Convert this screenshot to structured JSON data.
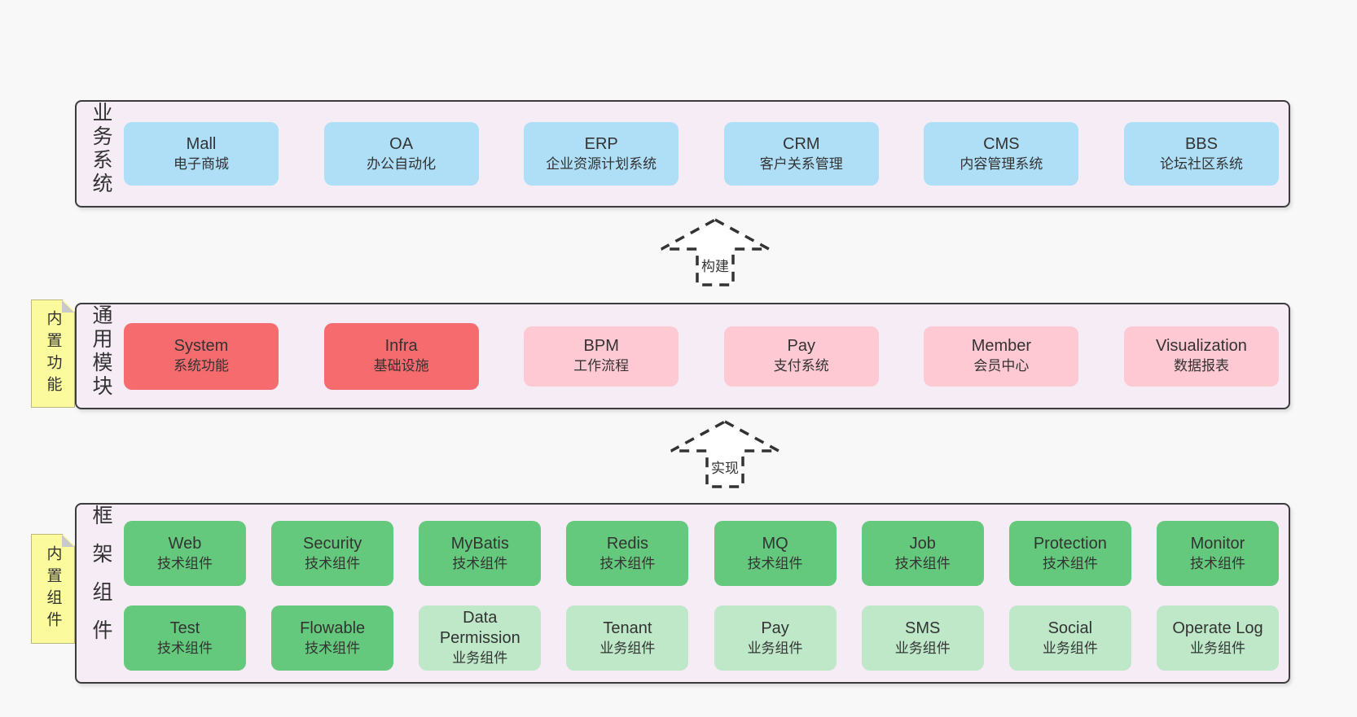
{
  "page": {
    "background": "#f8f8f8"
  },
  "colors": {
    "layer_background": "#f6ecf5",
    "layer_border": "#3c3c3c",
    "blue_box": "#aedff7",
    "red_box": "#f56b6e",
    "pink_box": "#fec9d3",
    "green_box": "#65c97d",
    "light_green_box": "#bee8c8",
    "sticky_note": "#fbfb9e",
    "text": "#333333"
  },
  "sticky_notes": [
    {
      "label": "内置功能"
    },
    {
      "label": "内置组件"
    }
  ],
  "arrows": [
    {
      "label": "构建"
    },
    {
      "label": "实现"
    }
  ],
  "layers": [
    {
      "side_label": "业务系统",
      "boxes": [
        {
          "title": "Mall",
          "subtitle": "电子商城"
        },
        {
          "title": "OA",
          "subtitle": "办公自动化"
        },
        {
          "title": "ERP",
          "subtitle": "企业资源计划系统"
        },
        {
          "title": "CRM",
          "subtitle": "客户关系管理"
        },
        {
          "title": "CMS",
          "subtitle": "内容管理系统"
        },
        {
          "title": "BBS",
          "subtitle": "论坛社区系统"
        }
      ]
    },
    {
      "side_label": "通用模块",
      "boxes": [
        {
          "title": "System",
          "subtitle": "系统功能",
          "emphasis": true
        },
        {
          "title": "Infra",
          "subtitle": "基础设施",
          "emphasis": true
        },
        {
          "title": "BPM",
          "subtitle": "工作流程"
        },
        {
          "title": "Pay",
          "subtitle": "支付系统"
        },
        {
          "title": "Member",
          "subtitle": "会员中心"
        },
        {
          "title": "Visualization",
          "subtitle": "数据报表"
        }
      ]
    },
    {
      "side_label": "框架组件",
      "rows": [
        [
          {
            "title": "Web",
            "subtitle": "技术组件"
          },
          {
            "title": "Security",
            "subtitle": "技术组件"
          },
          {
            "title": "MyBatis",
            "subtitle": "技术组件"
          },
          {
            "title": "Redis",
            "subtitle": "技术组件"
          },
          {
            "title": "MQ",
            "subtitle": "技术组件"
          },
          {
            "title": "Job",
            "subtitle": "技术组件"
          },
          {
            "title": "Protection",
            "subtitle": "技术组件"
          },
          {
            "title": "Monitor",
            "subtitle": "技术组件"
          }
        ],
        [
          {
            "title": "Test",
            "subtitle": "技术组件"
          },
          {
            "title": "Flowable",
            "subtitle": "技术组件"
          },
          {
            "title": "Data Permission",
            "subtitle": "业务组件"
          },
          {
            "title": "Tenant",
            "subtitle": "业务组件"
          },
          {
            "title": "Pay",
            "subtitle": "业务组件"
          },
          {
            "title": "SMS",
            "subtitle": "业务组件"
          },
          {
            "title": "Social",
            "subtitle": "业务组件"
          },
          {
            "title": "Operate Log",
            "subtitle": "业务组件"
          }
        ]
      ]
    }
  ]
}
